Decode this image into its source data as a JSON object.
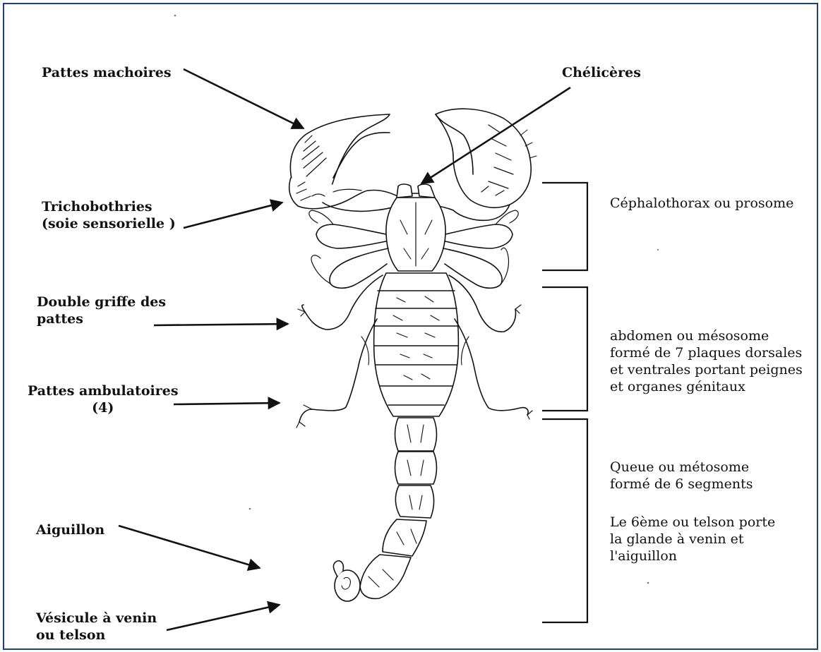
{
  "colors": {
    "frame": "#1e3f8a",
    "ink": "#111111",
    "background": "#ffffff"
  },
  "labels_left": {
    "pattes_machoires": "Pattes machoires",
    "trichobothries": [
      "Trichobothries",
      "(soie sensorielle )"
    ],
    "double_griffe": [
      "Double griffe des",
      "pattes"
    ],
    "pattes_ambulatoires": [
      "Pattes ambulatoires",
      "(4)"
    ],
    "aiguillon": "Aiguillon",
    "vesicule": [
      "Vésicule à venin",
      "ou telson"
    ]
  },
  "labels_top": {
    "cheliceres": "Chélicères"
  },
  "labels_right": {
    "cephalothorax": "Céphalothorax ou prosome",
    "abdomen": [
      "abdomen ou mésosome",
      "formé de 7 plaques dorsales",
      "et ventrales portant peignes",
      "et organes génitaux"
    ],
    "queue": [
      "Queue ou métosome",
      "formé de 6 segments"
    ],
    "telson": [
      "Le 6ème ou telson porte",
      "la glande à venin et",
      "l'aiguillon"
    ]
  }
}
